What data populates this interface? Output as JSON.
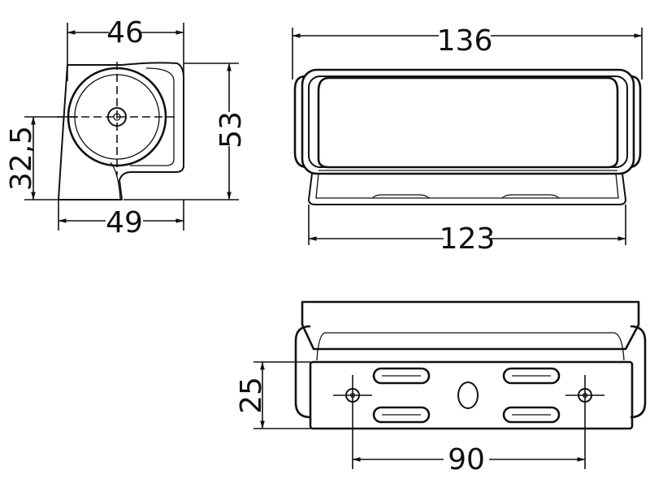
{
  "dimensions": {
    "side_width_top": "46",
    "side_height_total": "53",
    "side_height_axis": "32,5",
    "side_width_bottom": "49",
    "front_width_total": "136",
    "front_width_base": "123",
    "bottom_hole_offset": "25",
    "bottom_hole_spacing": "90"
  }
}
